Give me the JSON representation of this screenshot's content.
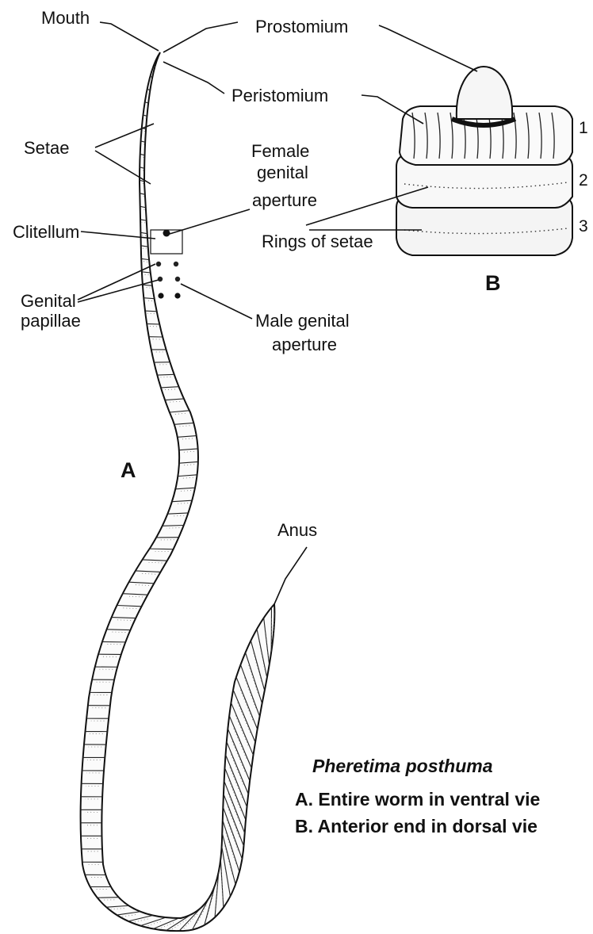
{
  "panels": {
    "a": "A",
    "b": "B"
  },
  "labels_a": {
    "mouth": "Mouth",
    "setae": "Setae",
    "clitellum": "Clitellum",
    "genital_papillae_1": "Genital",
    "genital_papillae_2": "papillae",
    "female_aperture_1": "Female",
    "female_aperture_2": "genital",
    "female_aperture_3": "aperture",
    "male_aperture_1": "Male genital",
    "male_aperture_2": "aperture",
    "anus": "Anus"
  },
  "labels_b": {
    "prostomium": "Prostomium",
    "peristomium": "Peristomium",
    "rings_of_setae": "Rings of setae",
    "segment_1": "1",
    "segment_2": "2",
    "segment_3": "3"
  },
  "caption": {
    "species": "Pheretima posthuma",
    "line_a": "A. Entire worm in ventral vie",
    "line_b": "B. Anterior end in dorsal vie"
  }
}
